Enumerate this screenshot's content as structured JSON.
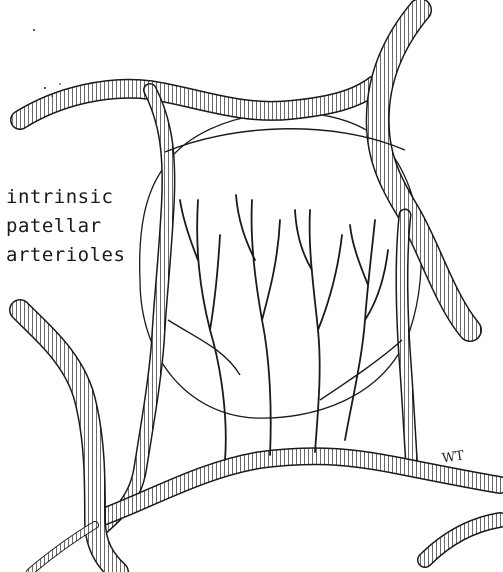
{
  "figure": {
    "label_lines": [
      "intrinsic",
      "patellar",
      "arterioles"
    ],
    "artist_initials": "WT",
    "colors": {
      "line": "#1a1a1a",
      "hatch": "#2a2a2a",
      "background": "#ffffff"
    }
  }
}
